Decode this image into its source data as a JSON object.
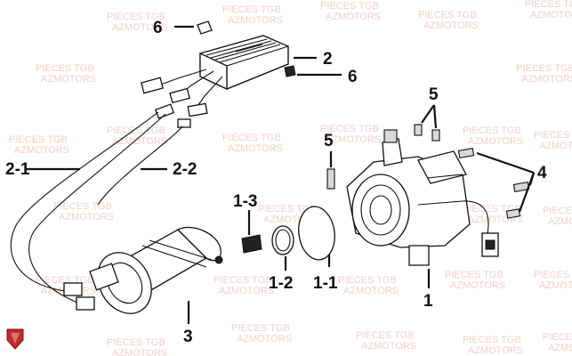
{
  "watermark": {
    "line1": "PIECES TGB",
    "line2": "AZMOTORS",
    "color": "#e9a7a3"
  },
  "labels": {
    "steering_unit": "1",
    "o_ring": "1-1",
    "washer": "1-2",
    "connector": "1-3",
    "control_unit": "2",
    "harness_a": "2-1",
    "harness_b": "2-2",
    "motor": "3",
    "screws": "4",
    "bolt_upper": "5",
    "bolt_lower": "5",
    "nut_top": "6",
    "nut_side": "6"
  },
  "logo": {
    "color": "#c62828",
    "icon": "shield-logo-icon"
  }
}
